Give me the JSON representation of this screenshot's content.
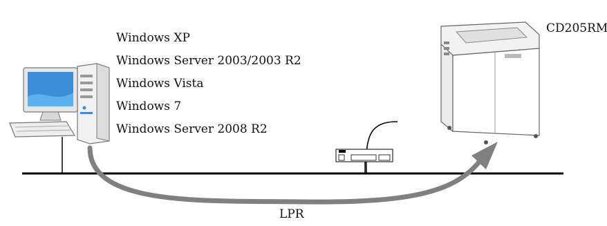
{
  "client": {
    "os_list": [
      "Windows XP",
      "Windows Server 2003/2003 R2",
      "Windows Vista",
      "Windows 7",
      "Windows Server 2008 R2"
    ]
  },
  "printer": {
    "model": "CD205RM"
  },
  "connection": {
    "protocol": "LPR"
  },
  "colors": {
    "arrow": "#808080",
    "screen": "#3a8fd8",
    "line": "#000000"
  }
}
